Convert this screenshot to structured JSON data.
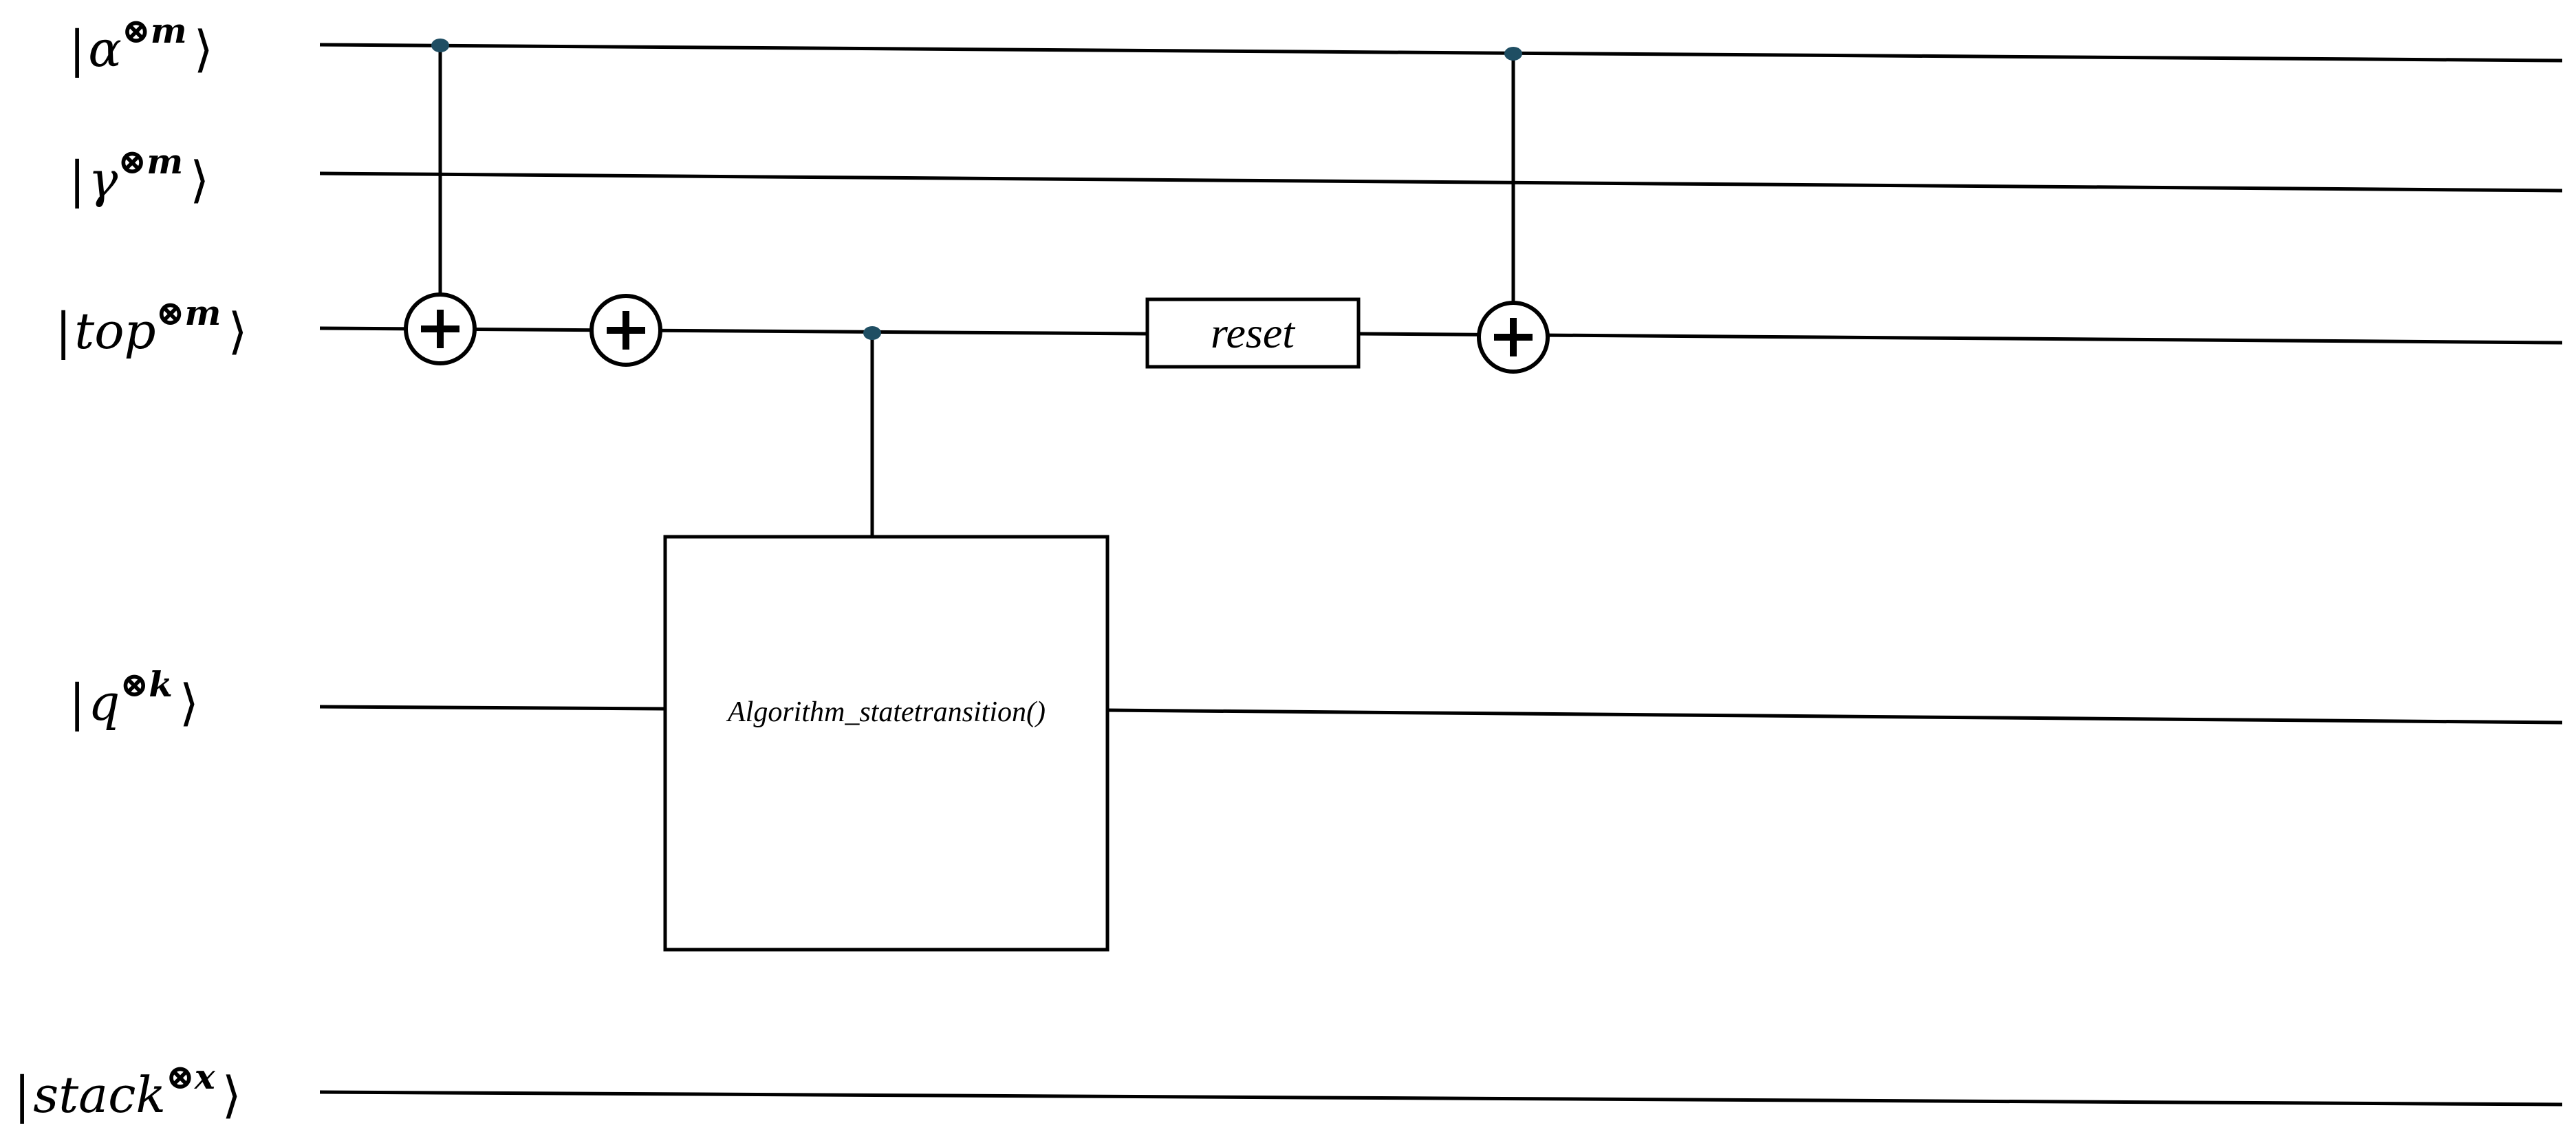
{
  "circuit": {
    "registers": [
      {
        "symbol": "α",
        "exponent": "⊗m"
      },
      {
        "symbol": "γ",
        "exponent": "⊗m"
      },
      {
        "symbol": "top",
        "exponent": "⊗m"
      },
      {
        "symbol": "q",
        "exponent": "⊗k"
      },
      {
        "symbol": "stack",
        "exponent": "⊗x"
      }
    ],
    "ket_open": "|",
    "ket_close": "⟩",
    "gates": {
      "reset_label": "reset",
      "algorithm_label": "Algorithm_statetransition()"
    },
    "colors": {
      "wire": "#000000",
      "control_dot": "#1f4e63",
      "background": "#ffffff"
    }
  }
}
